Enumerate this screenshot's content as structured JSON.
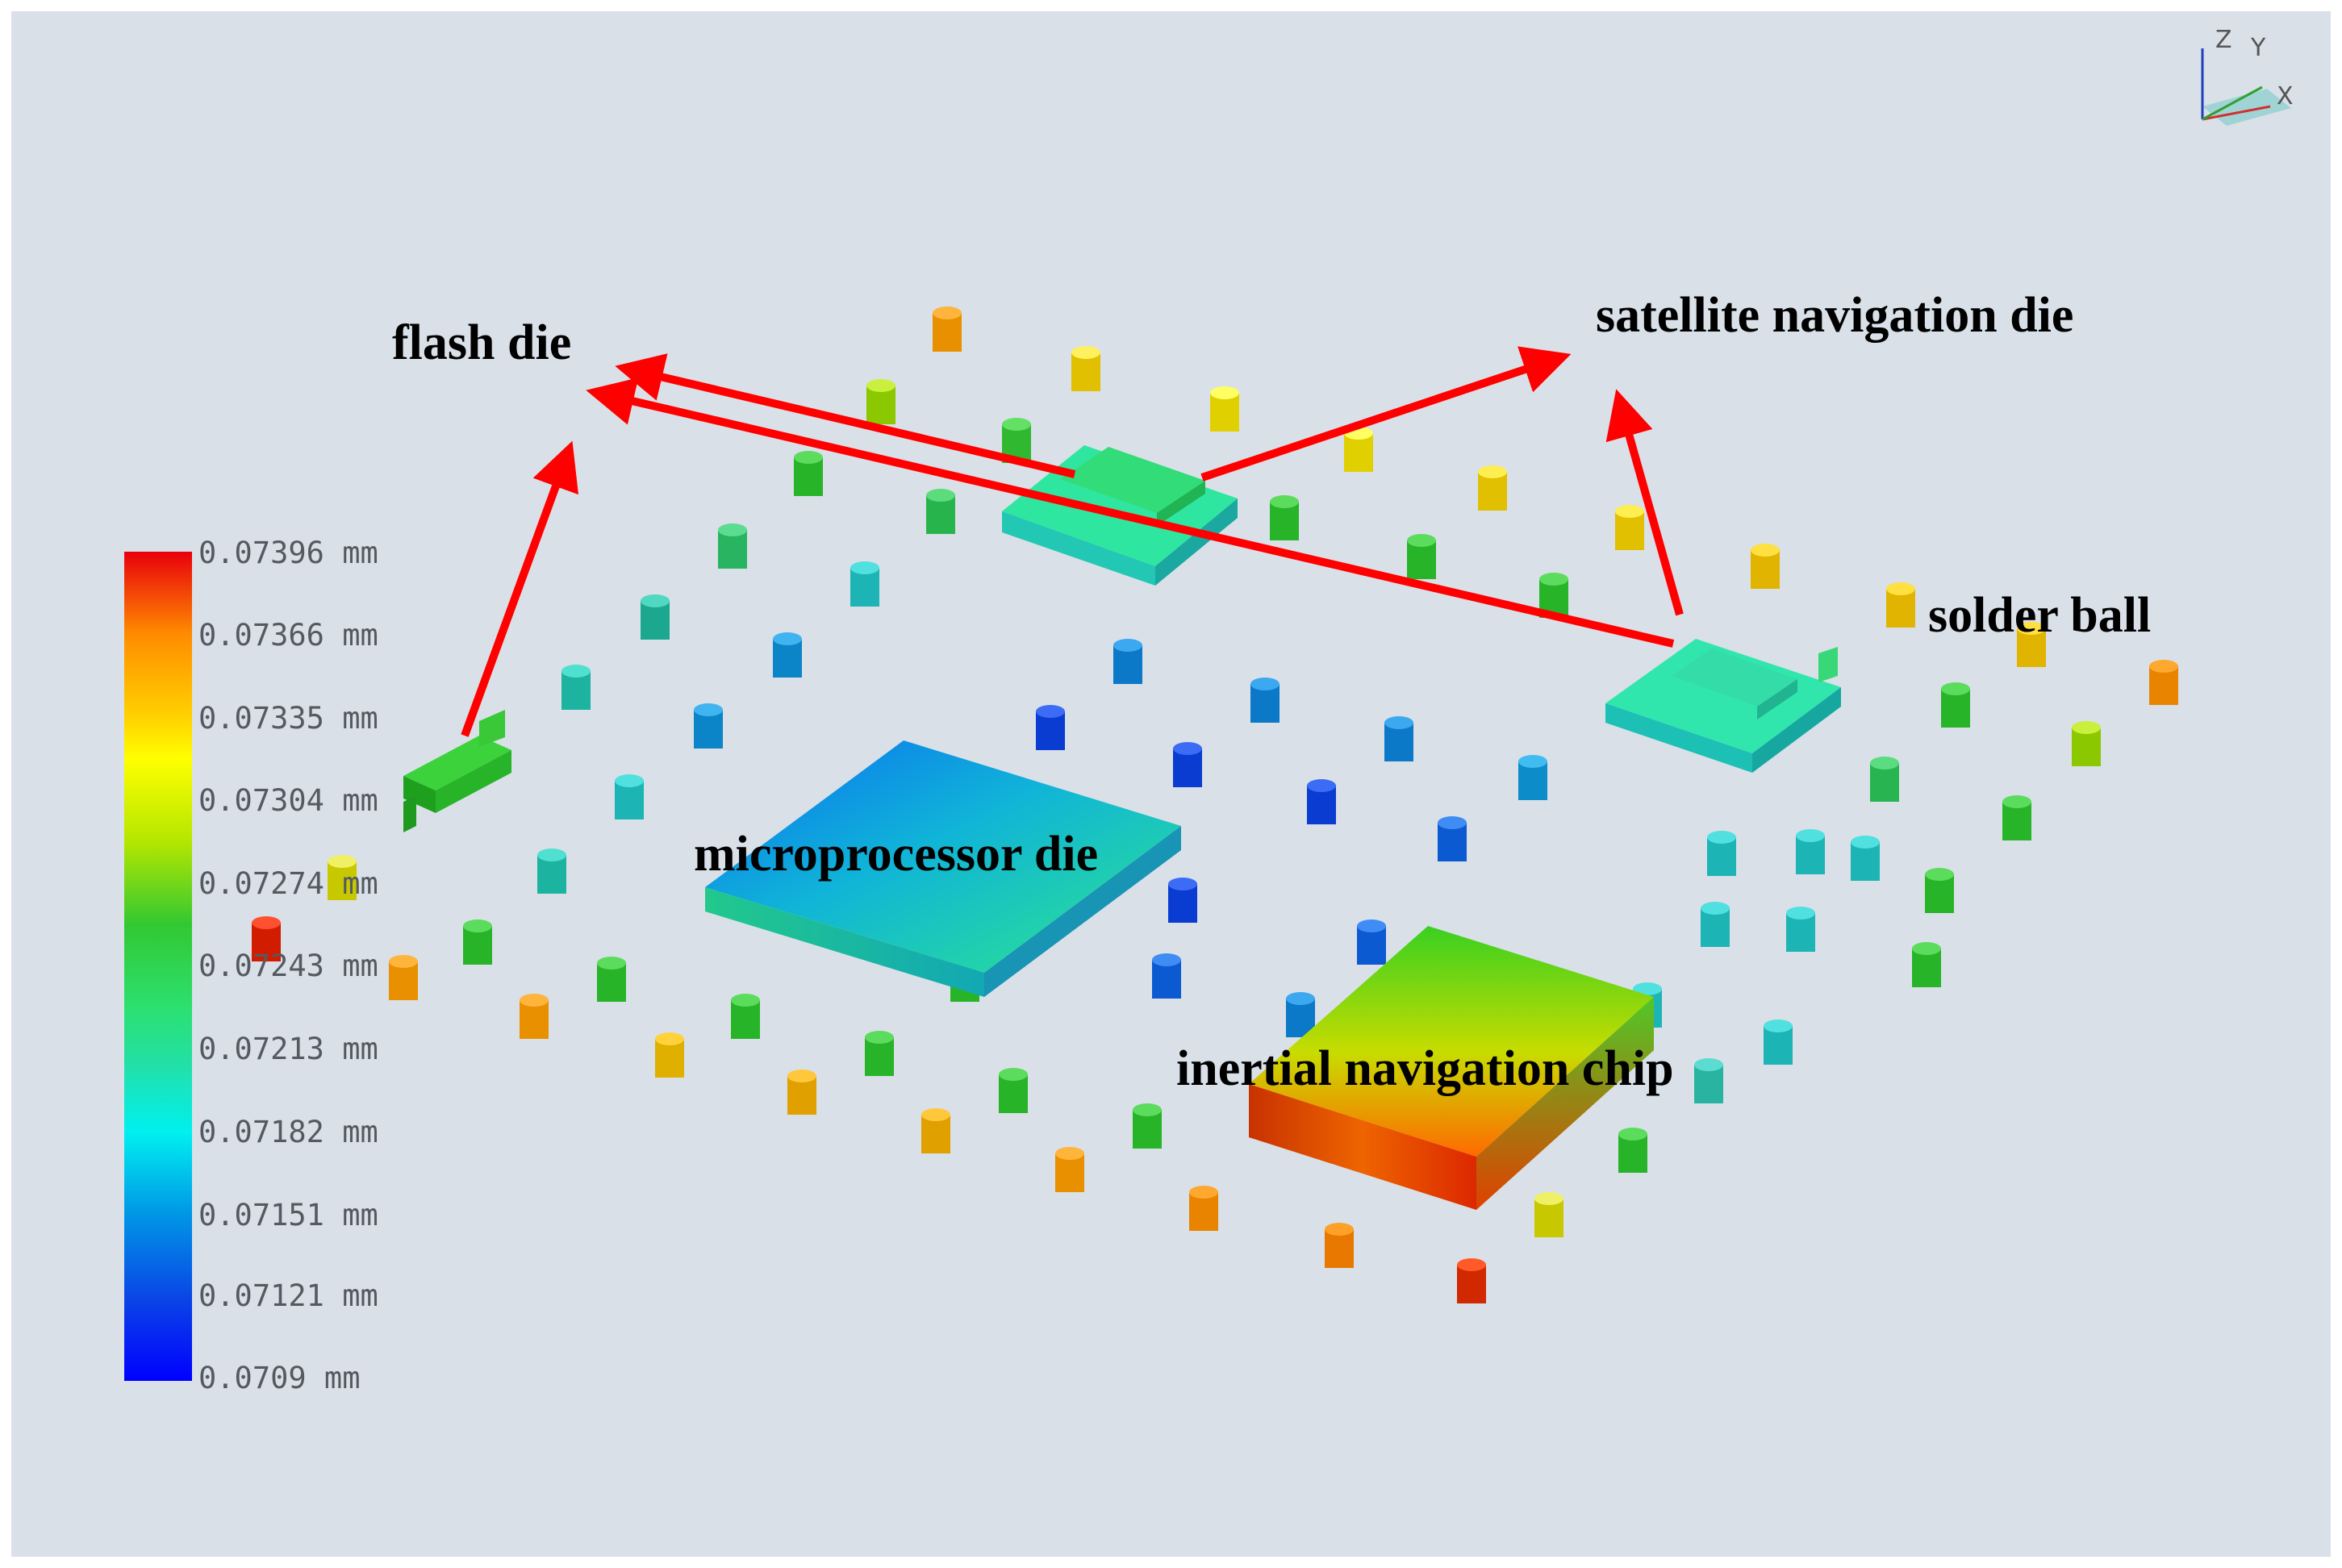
{
  "legend": {
    "labels": [
      "0.07396 mm",
      "0.07366 mm",
      "0.07335 mm",
      "0.07304 mm",
      "0.07274 mm",
      "0.07243 mm",
      "0.07213 mm",
      "0.07182 mm",
      "0.07151 mm",
      "0.07121 mm",
      "0.0709 mm"
    ],
    "colors": [
      "#e8000c",
      "#ff8c00",
      "#ffd200",
      "#ffff00",
      "#b4e600",
      "#32c832",
      "#2ce070",
      "#22e0a8",
      "#00f0f0",
      "#0096e6",
      "#0000ff"
    ]
  },
  "annotations": {
    "flash_die": "flash die",
    "satellite_navigation_die": "satellite navigation die",
    "solder_ball": "solder ball",
    "microprocessor_die": "microprocessor die",
    "inertial_navigation_chip": "inertial navigation chip"
  },
  "axis_triad": {
    "z": "Z",
    "y": "Y",
    "x": "X"
  },
  "arrow_color": "#ff0000"
}
